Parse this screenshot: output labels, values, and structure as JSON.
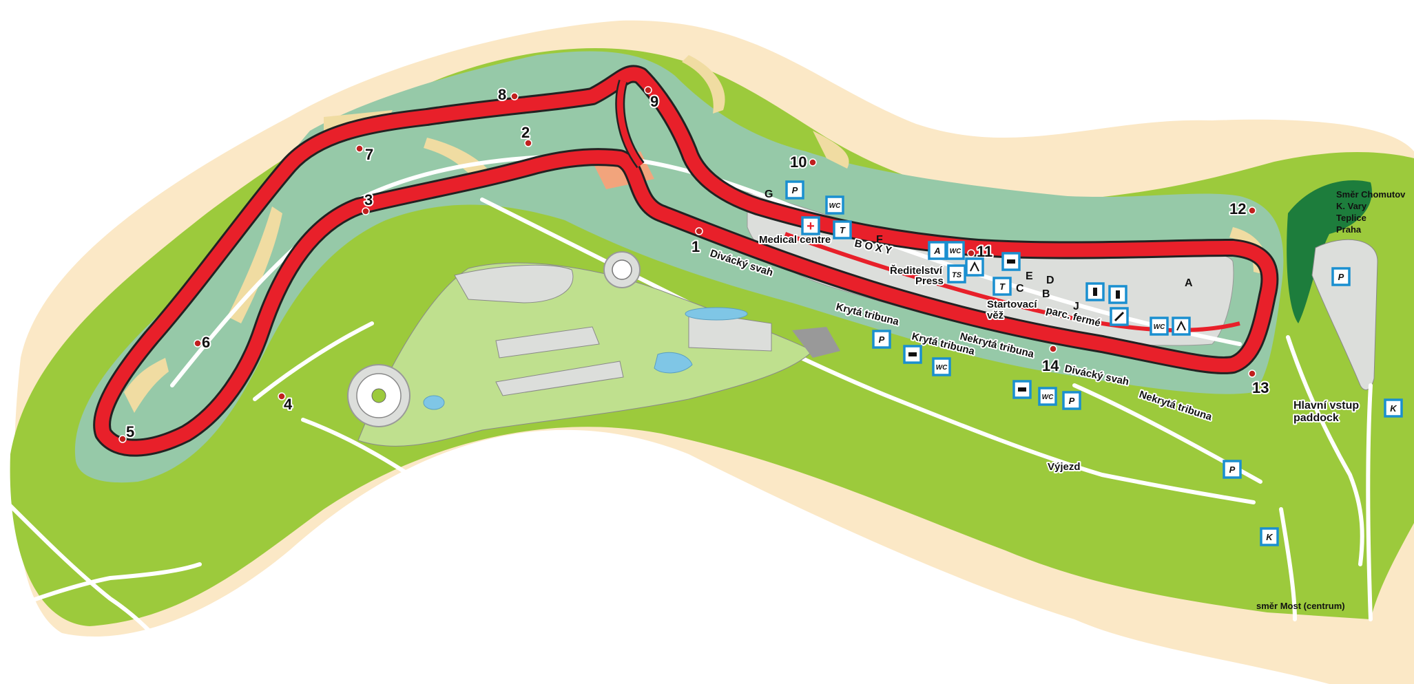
{
  "map": {
    "colors": {
      "background": "#ffffff",
      "outer_zone": "#fbe8c6",
      "grass": "#9cca3c",
      "circuit_infield": "#96c9a8",
      "track": "#e8202a",
      "track_edge": "#222222",
      "sand": "#f0dca2",
      "paved": "#dcdedb",
      "road": "#ffffff",
      "forest": "#1d7d3c",
      "icon_border": "#1a8fd0",
      "marker": "#c0201e"
    },
    "turns": [
      {
        "id": "1",
        "label": "1"
      },
      {
        "id": "2",
        "label": "2"
      },
      {
        "id": "3",
        "label": "3"
      },
      {
        "id": "4",
        "label": "4"
      },
      {
        "id": "5",
        "label": "5"
      },
      {
        "id": "6",
        "label": "6"
      },
      {
        "id": "7",
        "label": "7"
      },
      {
        "id": "8",
        "label": "8"
      },
      {
        "id": "9",
        "label": "9"
      },
      {
        "id": "10",
        "label": "10"
      },
      {
        "id": "11",
        "label": "11"
      },
      {
        "id": "12",
        "label": "12"
      },
      {
        "id": "13",
        "label": "13"
      },
      {
        "id": "14",
        "label": "14"
      }
    ],
    "labels": {
      "divacky_svah_1": "Divácký svah",
      "divacky_svah_2": "Divácký svah",
      "medical_centre": "Medical centre",
      "boxy": "B O X Y",
      "reditelstvi": "Ředitelství",
      "press": "Press",
      "startovaci": "Startovací",
      "vez": "věž",
      "parc_ferme": "parc. fermé",
      "kryta_tribuna_1": "Krytá tribuna",
      "kryta_tribuna_2": "Krytá tribuna",
      "nekryta_tribuna_1": "Nekrytá tribuna",
      "nekryta_tribuna_2": "Nekrytá tribuna",
      "vyjezd": "Výjezd",
      "smer_chomutov": "Směr Chomutov",
      "k_vary": "K. Vary",
      "teplice": "Teplice",
      "praha": "Praha",
      "hlavni_vstup": "Hlavní vstup",
      "paddock": "paddock",
      "smer_most": "směr Most (centrum)"
    },
    "paddock_letters": {
      "a": "A",
      "b": "B",
      "c": "C",
      "d": "D",
      "e": "E",
      "f": "F",
      "g": "G",
      "j": "J"
    },
    "icons": {
      "p": "P",
      "wc": "WC",
      "t": "T",
      "ts": "TS",
      "k": "K",
      "a": "A",
      "medical_cross": "+"
    }
  }
}
